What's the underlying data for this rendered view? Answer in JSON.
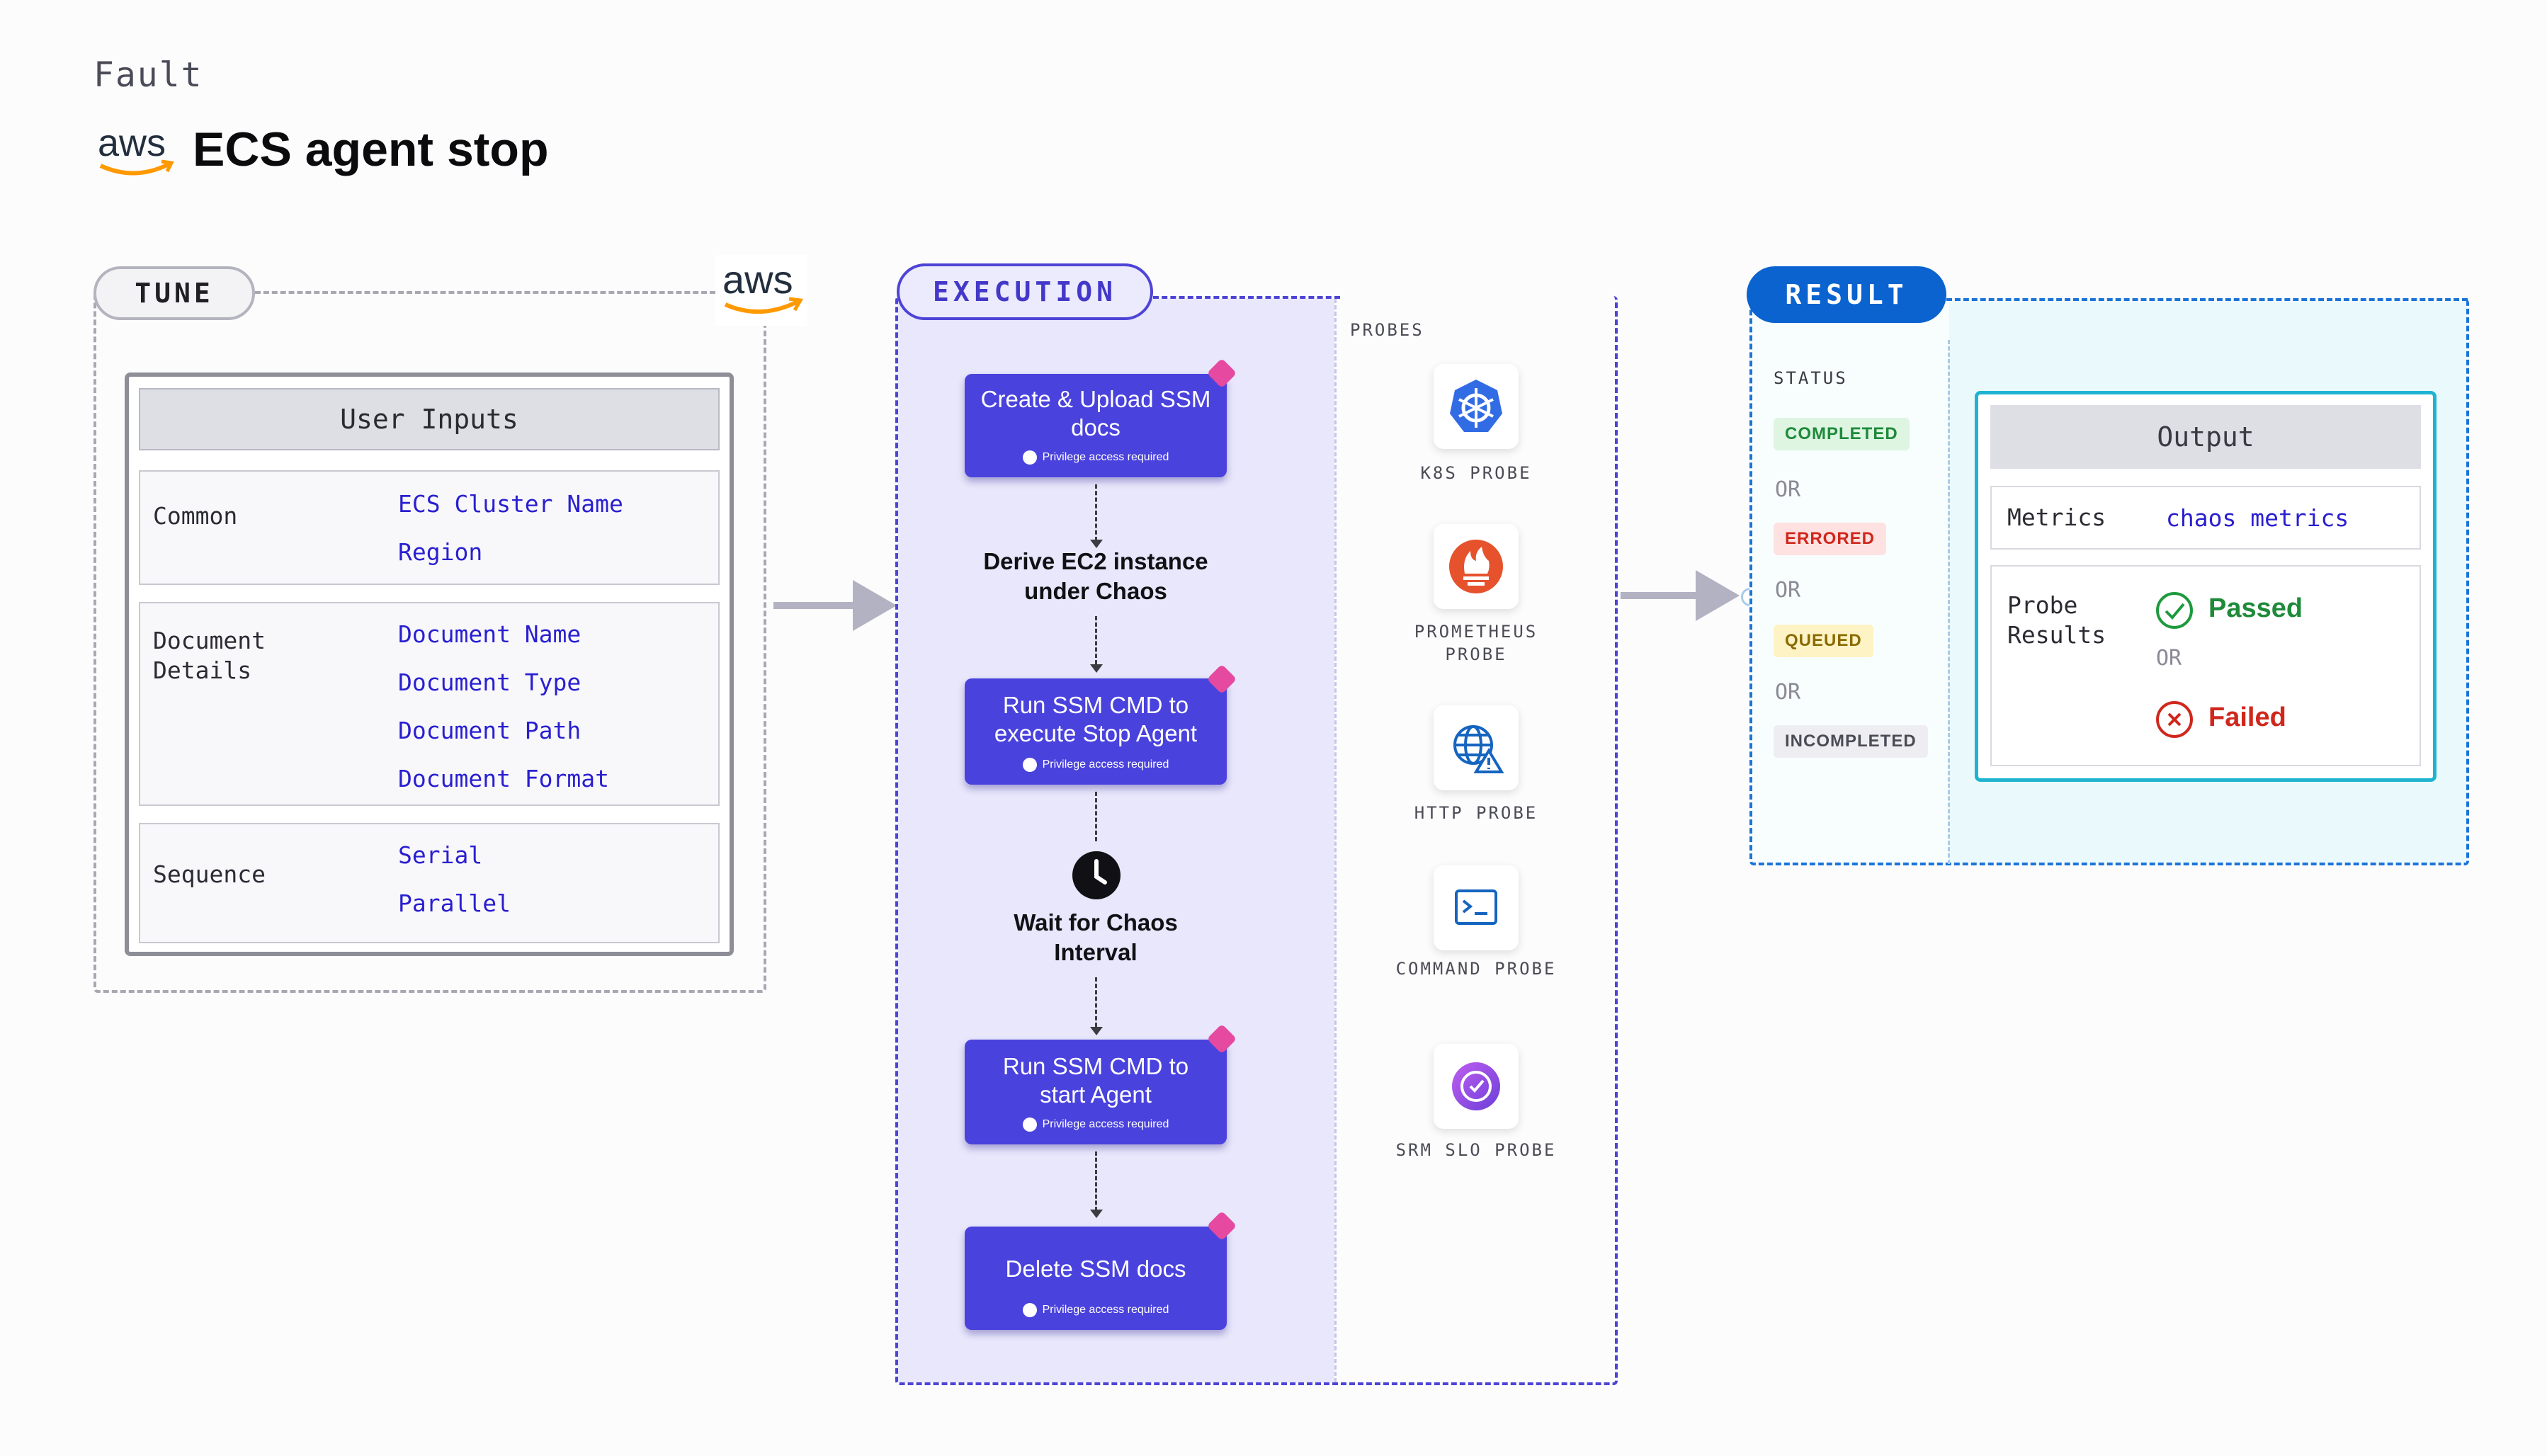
{
  "header": {
    "category": "Fault",
    "title": "ECS agent stop",
    "logo": "aws"
  },
  "tune": {
    "pill": "TUNE",
    "logo": "aws",
    "card_title": "User Inputs",
    "groups": [
      {
        "label": "Common",
        "items": [
          "ECS Cluster Name",
          "Region"
        ]
      },
      {
        "label": "Document\nDetails",
        "items": [
          "Document Name",
          "Document Type",
          "Document Path",
          "Document Format"
        ]
      },
      {
        "label": "Sequence",
        "items": [
          "Serial",
          "Parallel"
        ]
      }
    ]
  },
  "execution": {
    "pill": "EXECUTION",
    "steps": [
      {
        "title": "Create & Upload SSM docs",
        "note": "Privilege access required"
      },
      {
        "title": "Run SSM CMD to execute Stop Agent",
        "note": "Privilege access required"
      },
      {
        "title": "Run SSM CMD to start Agent",
        "note": "Privilege access required"
      },
      {
        "title": "Delete SSM docs",
        "note": "Privilege access required"
      }
    ],
    "intermediate": [
      "Derive EC2 instance under Chaos",
      "Wait for Chaos Interval"
    ],
    "probes_label": "PROBES",
    "probes": [
      {
        "name": "K8S PROBE",
        "icon": "kubernetes-icon"
      },
      {
        "name": "PROMETHEUS PROBE",
        "icon": "prometheus-icon"
      },
      {
        "name": "HTTP PROBE",
        "icon": "http-globe-icon"
      },
      {
        "name": "COMMAND PROBE",
        "icon": "terminal-icon"
      },
      {
        "name": "SRM SLO PROBE",
        "icon": "srm-slo-icon"
      }
    ]
  },
  "result": {
    "pill": "RESULT",
    "status_label": "STATUS",
    "statuses": [
      "COMPLETED",
      "ERRORED",
      "QUEUED",
      "INCOMPLETED"
    ],
    "or_text": "OR",
    "output": {
      "title": "Output",
      "metrics_label": "Metrics",
      "metrics_value": "chaos metrics",
      "probe_results_label": "Probe\nResults",
      "passed": "Passed",
      "failed": "Failed",
      "or_text": "OR"
    }
  },
  "colors": {
    "execution_accent": "#4a42dd",
    "result_accent": "#0a63cf",
    "completed": "#1e8a3a",
    "errored": "#d0271c",
    "queued": "#8a6a00",
    "incompleted": "#4b4b55"
  }
}
